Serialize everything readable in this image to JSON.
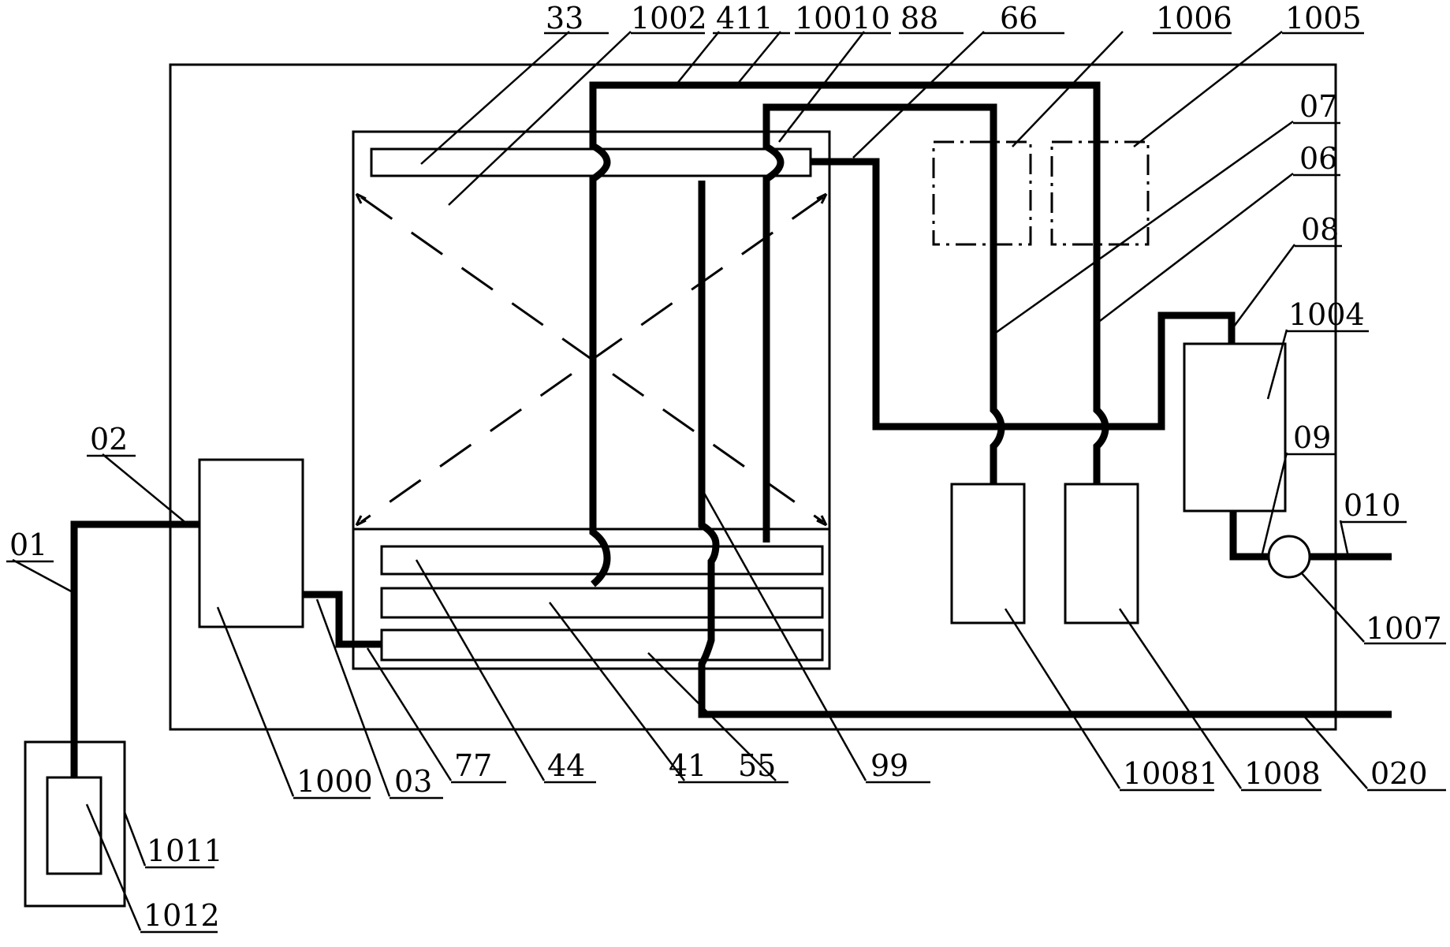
{
  "labels": {
    "l33": "33",
    "l1002": "1002",
    "l411": "411",
    "l10010": "10010",
    "l88": "88",
    "l66": "66",
    "l1006": "1006",
    "l1005": "1005",
    "l07": "07",
    "l06": "06",
    "l08": "08",
    "l1004": "1004",
    "l09": "09",
    "l010": "010",
    "l1007": "1007",
    "l02": "02",
    "l01": "01",
    "l1000": "1000",
    "l03": "03",
    "l77": "77",
    "l44": "44",
    "l41": "41",
    "l55": "55",
    "l99": "99",
    "l10081": "10081",
    "l1008": "1008",
    "l020": "020",
    "l1011": "1011",
    "l1012": "1012"
  }
}
